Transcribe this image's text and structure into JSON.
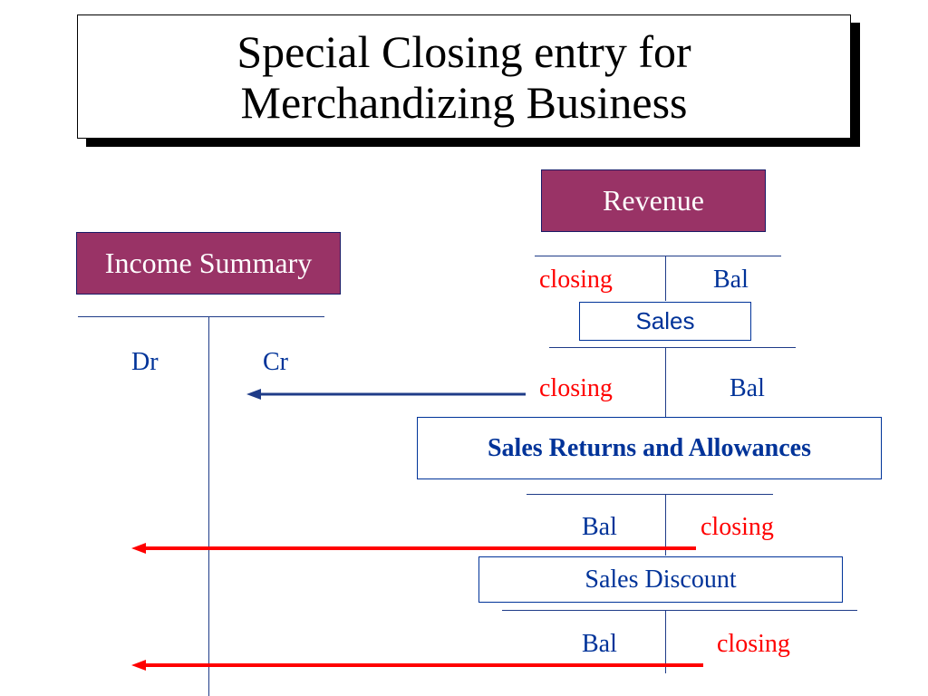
{
  "title": {
    "line1": "Special Closing entry for",
    "line2": "Merchandizing Business"
  },
  "income_summary": {
    "label": "Income Summary",
    "dr": "Dr",
    "cr": "Cr"
  },
  "revenue": {
    "label": "Revenue",
    "left": "closing",
    "right": "Bal"
  },
  "sales": {
    "label": "Sales",
    "left": "closing",
    "right": "Bal"
  },
  "sales_returns": {
    "label": "Sales Returns and Allowances",
    "left": "Bal",
    "right": "closing"
  },
  "sales_discount": {
    "label": "Sales Discount",
    "left": "Bal",
    "right": "closing"
  },
  "colors": {
    "account_fill": "#993366",
    "text_blue": "#003399",
    "closing_red": "#ff0000",
    "arrow_blue": "#1f3c88",
    "arrow_red": "#ff0000"
  }
}
